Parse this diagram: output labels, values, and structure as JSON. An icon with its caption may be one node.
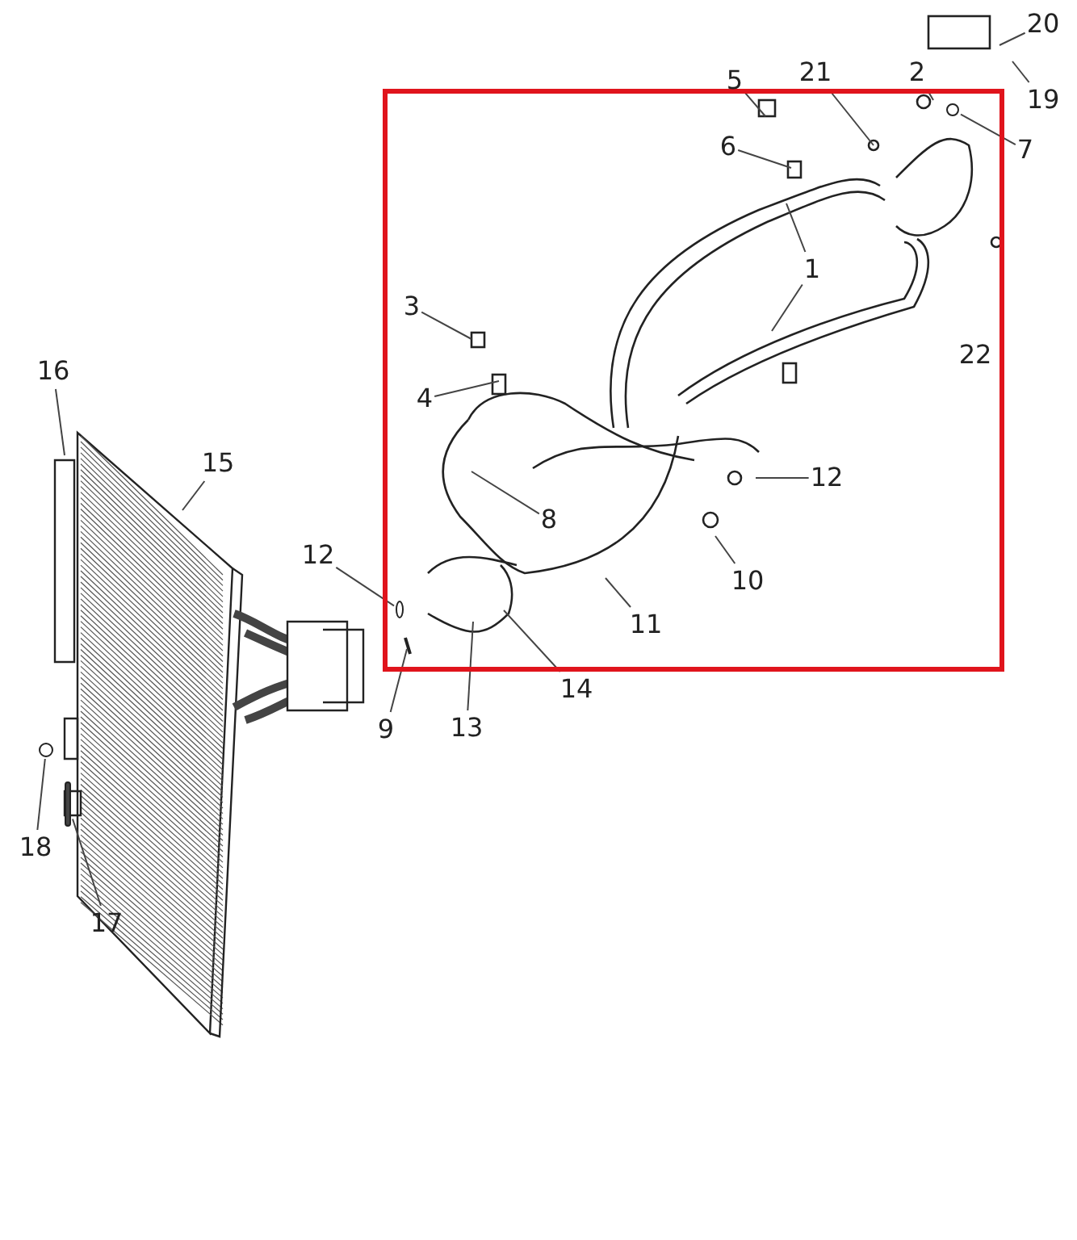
{
  "diagram": {
    "nodes": [
      {
        "text": [],
        "shape": "box"
      },
      {
        "text": [
          "20"
        ]
      },
      {
        "text": [
          "21"
        ]
      },
      {
        "text": [
          "2"
        ]
      },
      {
        "text": [
          "5"
        ]
      },
      {
        "text": [
          "19"
        ]
      },
      {
        "text": [
          "6"
        ],
        "in": 0
      },
      {
        "text": [
          "7"
        ]
      },
      {
        "text": [
          "1"
        ],
        "in": 0
      },
      {
        "text": [
          "3"
        ],
        "in": 0
      },
      {
        "text": [
          "22"
        ],
        "in": 0
      },
      {
        "text": [
          "16"
        ]
      },
      {
        "text": [
          "4"
        ],
        "in": 0
      },
      {
        "text": [
          "15"
        ]
      },
      {
        "text": [
          "12"
        ],
        "in": 0
      },
      {
        "text": [
          "8"
        ],
        "in": 0
      },
      {
        "text": [
          "12"
        ]
      },
      {
        "text": [
          "10"
        ],
        "in": 0
      },
      {
        "text": [
          "11"
        ],
        "in": 0
      },
      {
        "text": [
          "14"
        ]
      },
      {
        "text": [
          "9"
        ]
      },
      {
        "text": [
          "13"
        ]
      },
      {
        "text": [
          "18"
        ]
      },
      {
        "text": [
          "17"
        ]
      },
      {
        "text": [],
        "shape": "circle",
        "in": 0
      },
      {
        "text": [],
        "shape": "circle",
        "in": 0
      },
      {
        "text": [],
        "shape": "circle"
      },
      {
        "text": [],
        "shape": "bar"
      }
    ],
    "edges": [
      {
        "from": 1,
        "to": null,
        "arrow": "none"
      },
      {
        "from": 2,
        "to": null,
        "arrow": "none"
      },
      {
        "from": 3,
        "to": null,
        "arrow": "none"
      },
      {
        "from": 4,
        "to": null,
        "arrow": "none"
      },
      {
        "from": 5,
        "to": null,
        "arrow": "none"
      },
      {
        "from": 6,
        "to": null,
        "arrow": "none"
      },
      {
        "from": 7,
        "to": 24,
        "arrow": "none"
      },
      {
        "from": 8,
        "to": null,
        "arrow": "none"
      },
      {
        "from": 8,
        "to": null,
        "arrow": "none"
      },
      {
        "from": 9,
        "to": null,
        "arrow": "none"
      },
      {
        "from": 11,
        "to": null,
        "arrow": "none"
      },
      {
        "from": 12,
        "to": null,
        "arrow": "none"
      },
      {
        "from": 13,
        "to": null,
        "arrow": "none"
      },
      {
        "from": 14,
        "to": null,
        "arrow": "none"
      },
      {
        "from": 15,
        "to": null,
        "arrow": "none"
      },
      {
        "from": 16,
        "to": 25,
        "arrow": "none"
      },
      {
        "from": 17,
        "to": null,
        "arrow": "none"
      },
      {
        "from": 18,
        "to": null,
        "arrow": "none"
      },
      {
        "from": 19,
        "to": null,
        "arrow": "none"
      },
      {
        "from": 20,
        "to": null,
        "arrow": "none"
      },
      {
        "from": 21,
        "to": null,
        "arrow": "none"
      },
      {
        "from": 22,
        "to": 26,
        "arrow": "none"
      },
      {
        "from": 23,
        "to": 27,
        "arrow": "none"
      }
    ]
  }
}
